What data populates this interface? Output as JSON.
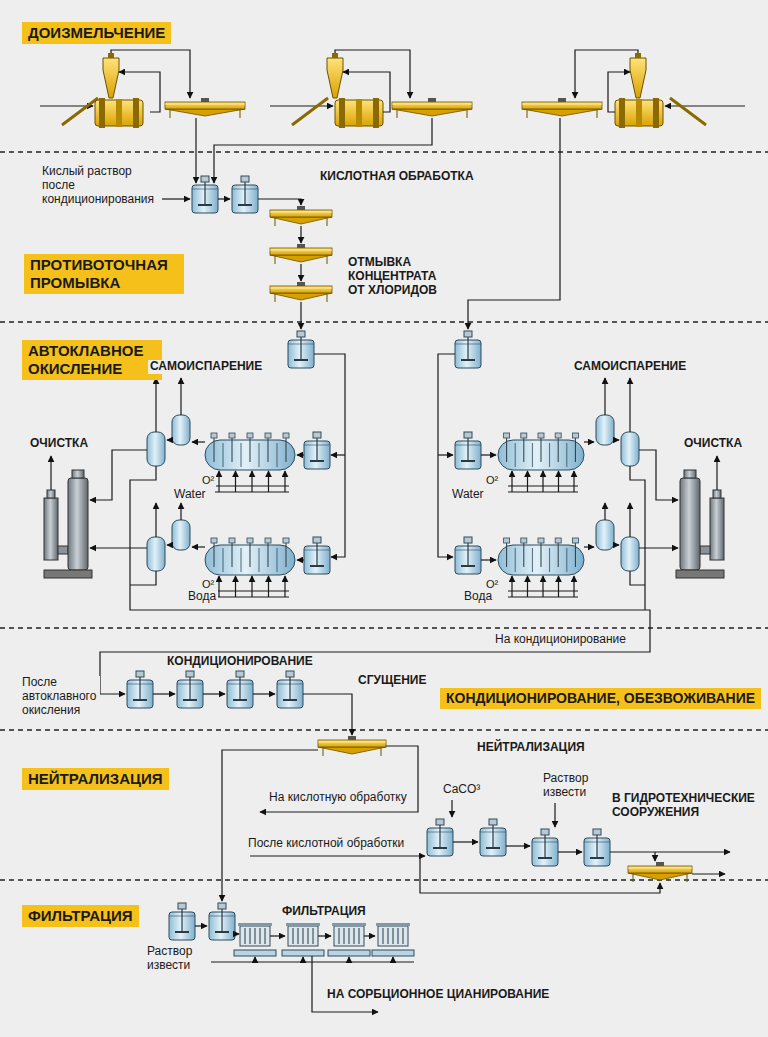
{
  "diagram": {
    "nodes": [
      {
        "text": [
          "ДОИЗМЕЛЬЧЕНИЕ"
        ]
      },
      {
        "text": [
          "ПРОТИВОТОЧНАЯ ПРОМЫВКА"
        ]
      },
      {
        "text": [
          "АВТОКЛАВНОЕ ОКИСЛЕНИЕ"
        ]
      },
      {
        "text": [
          "КОНДИЦИОНИРОВАНИЕ, ОБЕЗВОЖИВАНИЕ"
        ]
      },
      {
        "text": [
          "НЕЙТРАЛИЗАЦИЯ"
        ]
      },
      {
        "text": [
          "ФИЛЬТРАЦИЯ"
        ]
      }
    ],
    "labels": [
      "Кислый раствор после кондиционирования",
      "КИСЛОТНАЯ ОБРАБОТКА",
      "ОТМЫВКА КОНЦЕНТРАТА ОТ ХЛОРИДОВ",
      "САМОИСПАРЕНИЕ",
      "ОЧИСТКА",
      "O²",
      "Water",
      "O²",
      "Вода",
      "САМОИСПАРЕНИЕ",
      "ОЧИСТКА",
      "O²",
      "Water",
      "O²",
      "Вода",
      "На кондиционирование",
      "После автоклавного окисления",
      "КОНДИЦИОНИРОВАНИЕ",
      "СГУЩЕНИЕ",
      "НЕЙТРАЛИЗАЦИЯ",
      "CaCO³",
      "Раствор извести",
      "В ГИДРОТЕХНИЧЕСКИЕ СООРУЖЕНИЯ",
      "На кислотную обработку",
      "После кислотной обработки",
      "ФИЛЬТРАЦИЯ",
      "Раствор извести",
      "НА СОРБЦИОННОЕ ЦИАНИРОВАНИЕ"
    ]
  }
}
